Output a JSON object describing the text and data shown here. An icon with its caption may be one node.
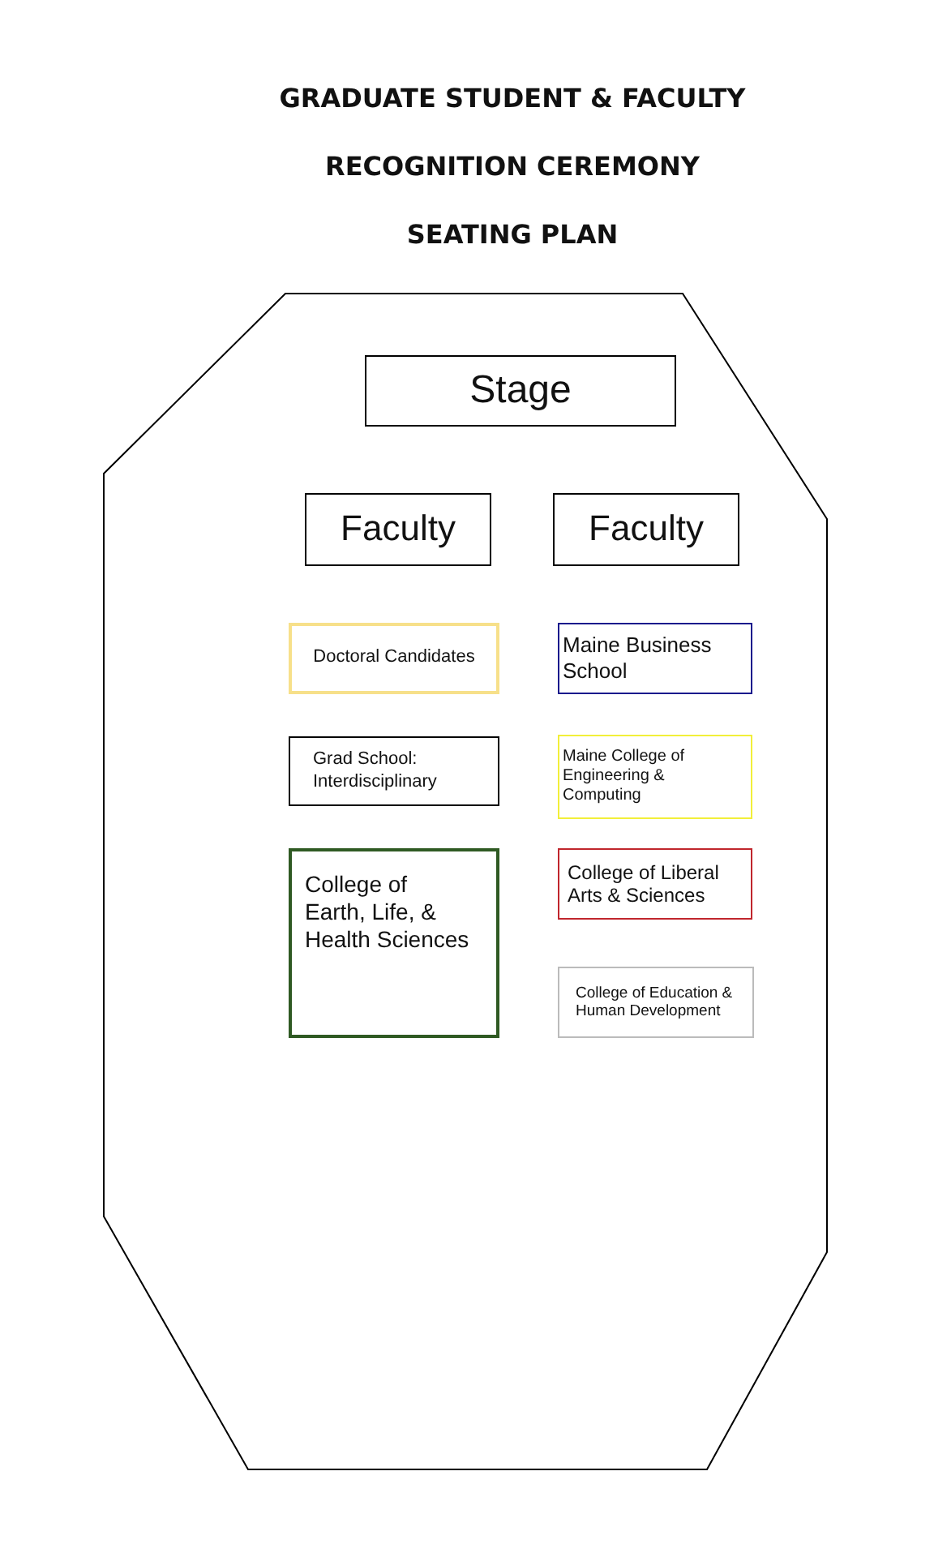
{
  "diagram": {
    "title": "GRADUATE STUDENT & FACULTY RECOGNITION CEREMONY SEATING PLAN",
    "nodes": [
      {
        "text": [],
        "shape": "octagon"
      },
      {
        "text": [
          "Stage"
        ],
        "in": 0
      },
      {
        "text": [
          "Faculty"
        ],
        "in": 0
      },
      {
        "text": [
          "Faculty"
        ],
        "in": 0
      },
      {
        "text": [
          "Doctoral Candidates"
        ],
        "in": 0
      },
      {
        "text": [
          "Maine Business School"
        ],
        "in": 0
      },
      {
        "text": [
          "Grad School: Interdisciplinary"
        ],
        "in": 0
      },
      {
        "text": [
          "Maine College of Engineering & Computing"
        ],
        "in": 0
      },
      {
        "text": [
          "College of Earth, Life, & Health Sciences"
        ],
        "in": 0
      },
      {
        "text": [
          "College of Liberal Arts & Sciences"
        ],
        "in": 0
      },
      {
        "text": [
          "College of Education & Human Development"
        ],
        "in": 0
      }
    ],
    "edges": []
  }
}
